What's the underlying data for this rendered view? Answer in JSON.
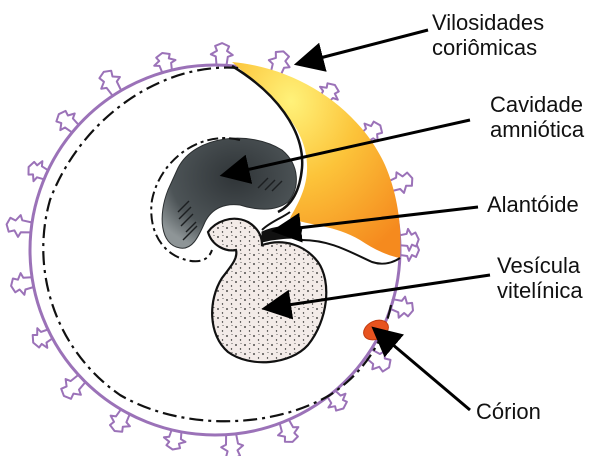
{
  "labels": {
    "vilosidades": [
      "Vilosidades",
      "coriômicas"
    ],
    "cavidade": [
      "Cavidade",
      "amniótica"
    ],
    "alantoide": [
      "Alantóide"
    ],
    "vesicula": [
      "Vesícula",
      "vitelínica"
    ],
    "corion": [
      "Córion"
    ]
  },
  "colors": {
    "chorion": "#9b72b8",
    "villi": "#9b72b8",
    "yolk_sac": "#f5eeea",
    "amniotic_cavity": "#4e5456",
    "chorion_patch": "#e8531f",
    "extraembryonic_fill": "#f7a72a",
    "arrows": "#000000"
  }
}
